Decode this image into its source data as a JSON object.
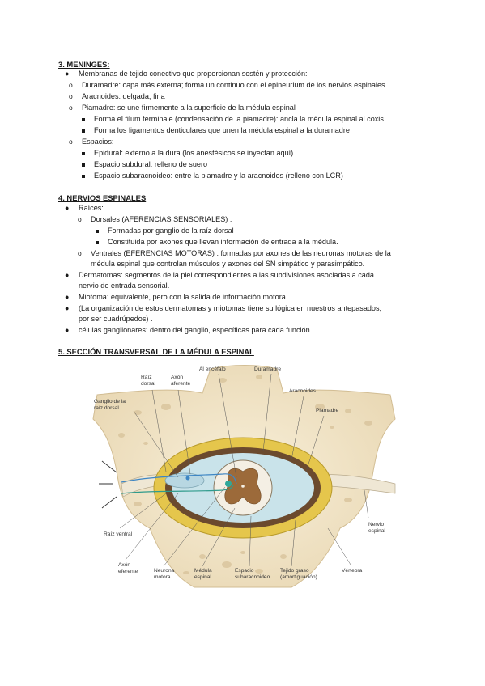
{
  "section3": {
    "title": "3. MENINGES:",
    "intro": "Membranas de tejido conectivo que proporcionan sostén y protección:",
    "items": [
      "Duramadre: capa más externa; forma un continuo con el epineurium de los nervios espinales.",
      "Aracnoides: delgada, fina",
      "Piamadre: se une firmemente a la superficie de la médula espinal"
    ],
    "piamadre_sub": [
      "Forma el filum terminale (condensación de la piamadre): ancla la médula espinal al coxis",
      "Forma los ligamentos denticulares que unen la médula espinal a la duramadre"
    ],
    "espacios_label": "Espacios:",
    "espacios": [
      "Epidural: externo a la dura (los anestésicos se inyectan aquí)",
      "Espacio subdural: relleno de suero",
      "Espacio subaracnoideo: entre la piamadre y la aracnoides (relleno con LCR)"
    ]
  },
  "section4": {
    "title": "4. NERVIOS ESPINALES",
    "raices_label": "Raíces:",
    "dorsales_label": "Dorsales (AFERENCIAS SENSORIALES) :",
    "dorsales_sub": [
      "Formadas por ganglio de la raíz dorsal",
      "Constituida por axones que llevan información de entrada a la médula."
    ],
    "ventrales_line1": "Ventrales (EFERENCIAS MOTORAS) : formadas por axones de las neuronas motoras de la",
    "ventrales_line2": "médula espinal que controlan músculos y axones del SN simpático y parasimpático.",
    "dermatoma_line1": "Dermatomas: segmentos de la piel correspondientes a las subdivisiones asociadas a cada",
    "dermatoma_line2": "nervio de entrada sensorial.",
    "miotoma": "Miotoma: equivalente, pero con la salida de información motora.",
    "organizacion_line1": "(La organización de estos dermatomas y miotomas tiene su lógica en nuestros antepasados,",
    "organizacion_line2": "por ser cuadrúpedos) .",
    "ganglionares": "células ganglionares: dentro del ganglio, específicas para cada función."
  },
  "section5": {
    "title": "5. SECCIÓN TRANSVERSAL DE LA MÉDULA ESPINAL"
  },
  "figure": {
    "labels": {
      "raiz_dorsal_1": "Raíz",
      "raiz_dorsal_2": "dorsal",
      "axon_aferente_1": "Axón",
      "axon_aferente_2": "aferente",
      "al_encefalo": "Al encéfalo",
      "duramadre": "Duramadre",
      "aracnoides": "Aracnoides",
      "piamadre": "Piamadre",
      "ganglio_1": "Ganglio de la",
      "ganglio_2": "raíz dorsal",
      "raiz_ventral": "Raíz ventral",
      "nervio_espinal_1": "Nervio",
      "nervio_espinal_2": "espinal",
      "axon_eferente_1": "Axón",
      "axon_eferente_2": "eferente",
      "neurona_motora_1": "Neurona",
      "neurona_motora_2": "motora",
      "medula_1": "Médula",
      "medula_2": "espinal",
      "espacio_sub_1": "Espacio",
      "espacio_sub_2": "subaracnoideo",
      "tejido_1": "Tejido graso",
      "tejido_2": "(amortiguación)",
      "vertebra": "Vértebra"
    }
  }
}
